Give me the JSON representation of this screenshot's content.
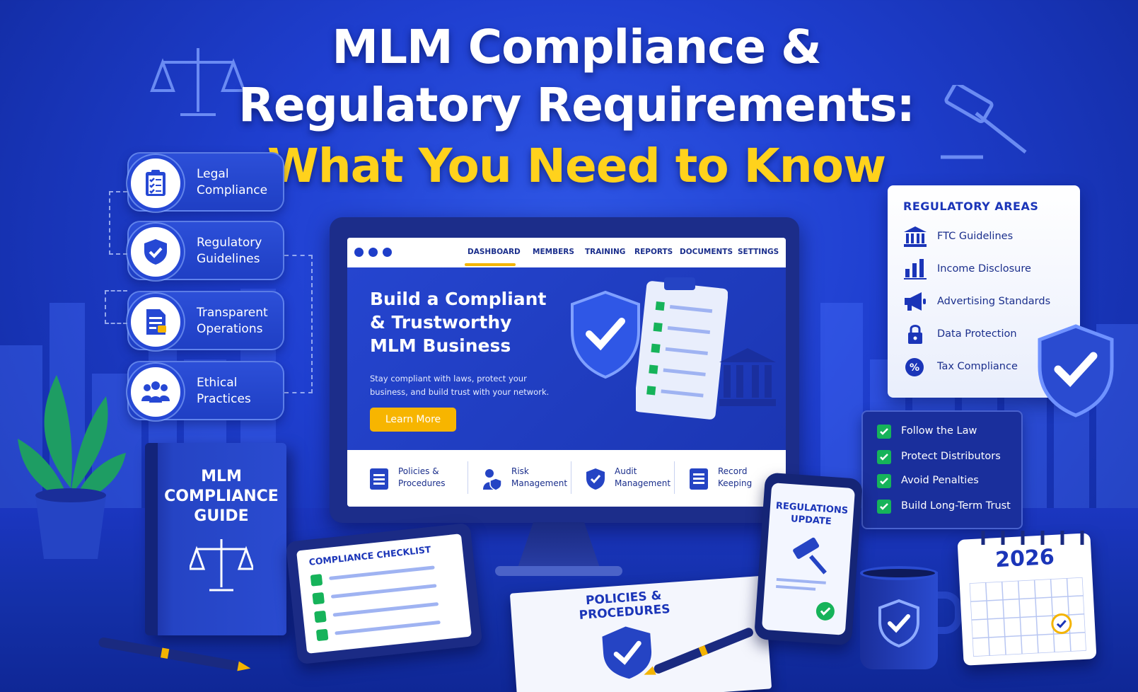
{
  "title": {
    "line1": "MLM Compliance &",
    "line2": "Regulatory Requirements:",
    "line3": "What You Need to Know"
  },
  "pills": [
    {
      "line1": "Legal",
      "line2": "Compliance",
      "icon": "clipboard-icon"
    },
    {
      "line1": "Regulatory",
      "line2": "Guidelines",
      "icon": "shield-check-icon"
    },
    {
      "line1": "Transparent",
      "line2": "Operations",
      "icon": "document-icon"
    },
    {
      "line1": "Ethical",
      "line2": "Practices",
      "icon": "people-icon"
    }
  ],
  "website": {
    "nav": [
      "DASHBOARD",
      "MEMBERS",
      "TRAINING",
      "REPORTS",
      "DOCUMENTS",
      "SETTINGS"
    ],
    "hero_title_1": "Build a Compliant",
    "hero_title_2": "& Trustworthy",
    "hero_title_3": "MLM Business",
    "hero_sub_1": "Stay compliant with laws, protect your",
    "hero_sub_2": "business, and build trust with your network.",
    "cta": "Learn More",
    "features": [
      {
        "line1": "Policies &",
        "line2": "Procedures",
        "icon": "document-icon"
      },
      {
        "line1": "Risk",
        "line2": "Management",
        "icon": "person-shield-icon"
      },
      {
        "line1": "Audit",
        "line2": "Management",
        "icon": "shield-check-icon"
      },
      {
        "line1": "Record",
        "line2": "Keeping",
        "icon": "list-icon"
      }
    ]
  },
  "regulatory": {
    "title": "REGULATORY AREAS",
    "items": [
      {
        "label": "FTC Guidelines",
        "icon": "bank-icon"
      },
      {
        "label": "Income Disclosure",
        "icon": "bar-chart-icon"
      },
      {
        "label": "Advertising Standards",
        "icon": "megaphone-icon"
      },
      {
        "label": "Data Protection",
        "icon": "lock-icon"
      },
      {
        "label": "Tax Compliance",
        "icon": "percent-icon"
      }
    ]
  },
  "checklist": [
    "Follow the Law",
    "Protect Distributors",
    "Avoid Penalties",
    "Build Long-Term Trust"
  ],
  "book": {
    "line1": "MLM",
    "line2": "COMPLIANCE",
    "line3": "GUIDE"
  },
  "tablet": {
    "title": "COMPLIANCE CHECKLIST"
  },
  "paper": {
    "line1": "POLICIES &",
    "line2": "PROCEDURES"
  },
  "phone": {
    "line1": "REGULATIONS",
    "line2": "UPDATE"
  },
  "calendar": {
    "year": "2026"
  },
  "colors": {
    "accent_yellow": "#ffd21c",
    "brand_blue": "#1f3fd0",
    "check_green": "#16b35a",
    "cta_orange": "#f7b500"
  }
}
